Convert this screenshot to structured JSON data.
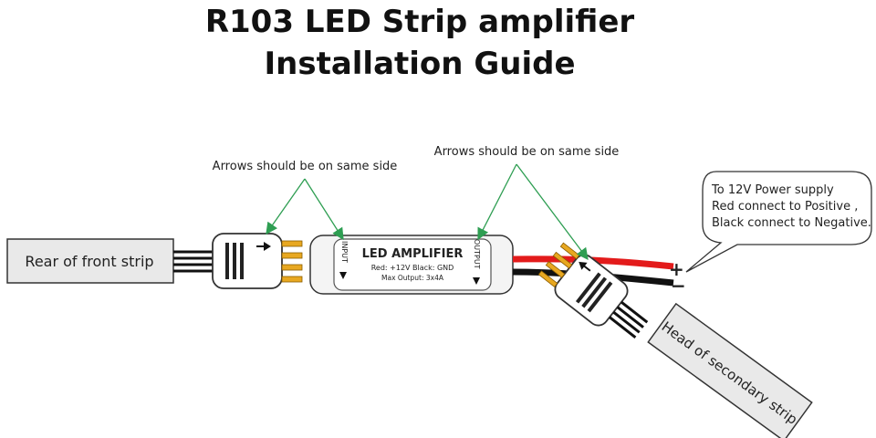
{
  "title": {
    "line1": "R103 LED Strip amplifier",
    "line2": "Installation Guide"
  },
  "labels": {
    "rear_strip": "Rear of front strip",
    "head_strip": "Head of secondary strip",
    "arrows_note_left": "Arrows should be on same side",
    "arrows_note_right": "Arrows should be on same side"
  },
  "amplifier": {
    "name": "LED AMPLIFIER",
    "spec_line1": "Red: +12V   Black: GND",
    "spec_line2": "Max Output: 3x4A",
    "input_label": "INPUT",
    "output_label": "OUTPUT"
  },
  "power_callout": {
    "line1": "To 12V Power supply",
    "line2": "Red connect to Positive ,",
    "line3": "Black connect to Negative.",
    "plus": "+",
    "minus": "−"
  },
  "colors": {
    "arrow_line": "#2e9e52",
    "red_wire": "#e31b1b",
    "black_wire": "#111111",
    "pin_gold": "#e8a821",
    "strip_fill": "#e9e9e9"
  }
}
